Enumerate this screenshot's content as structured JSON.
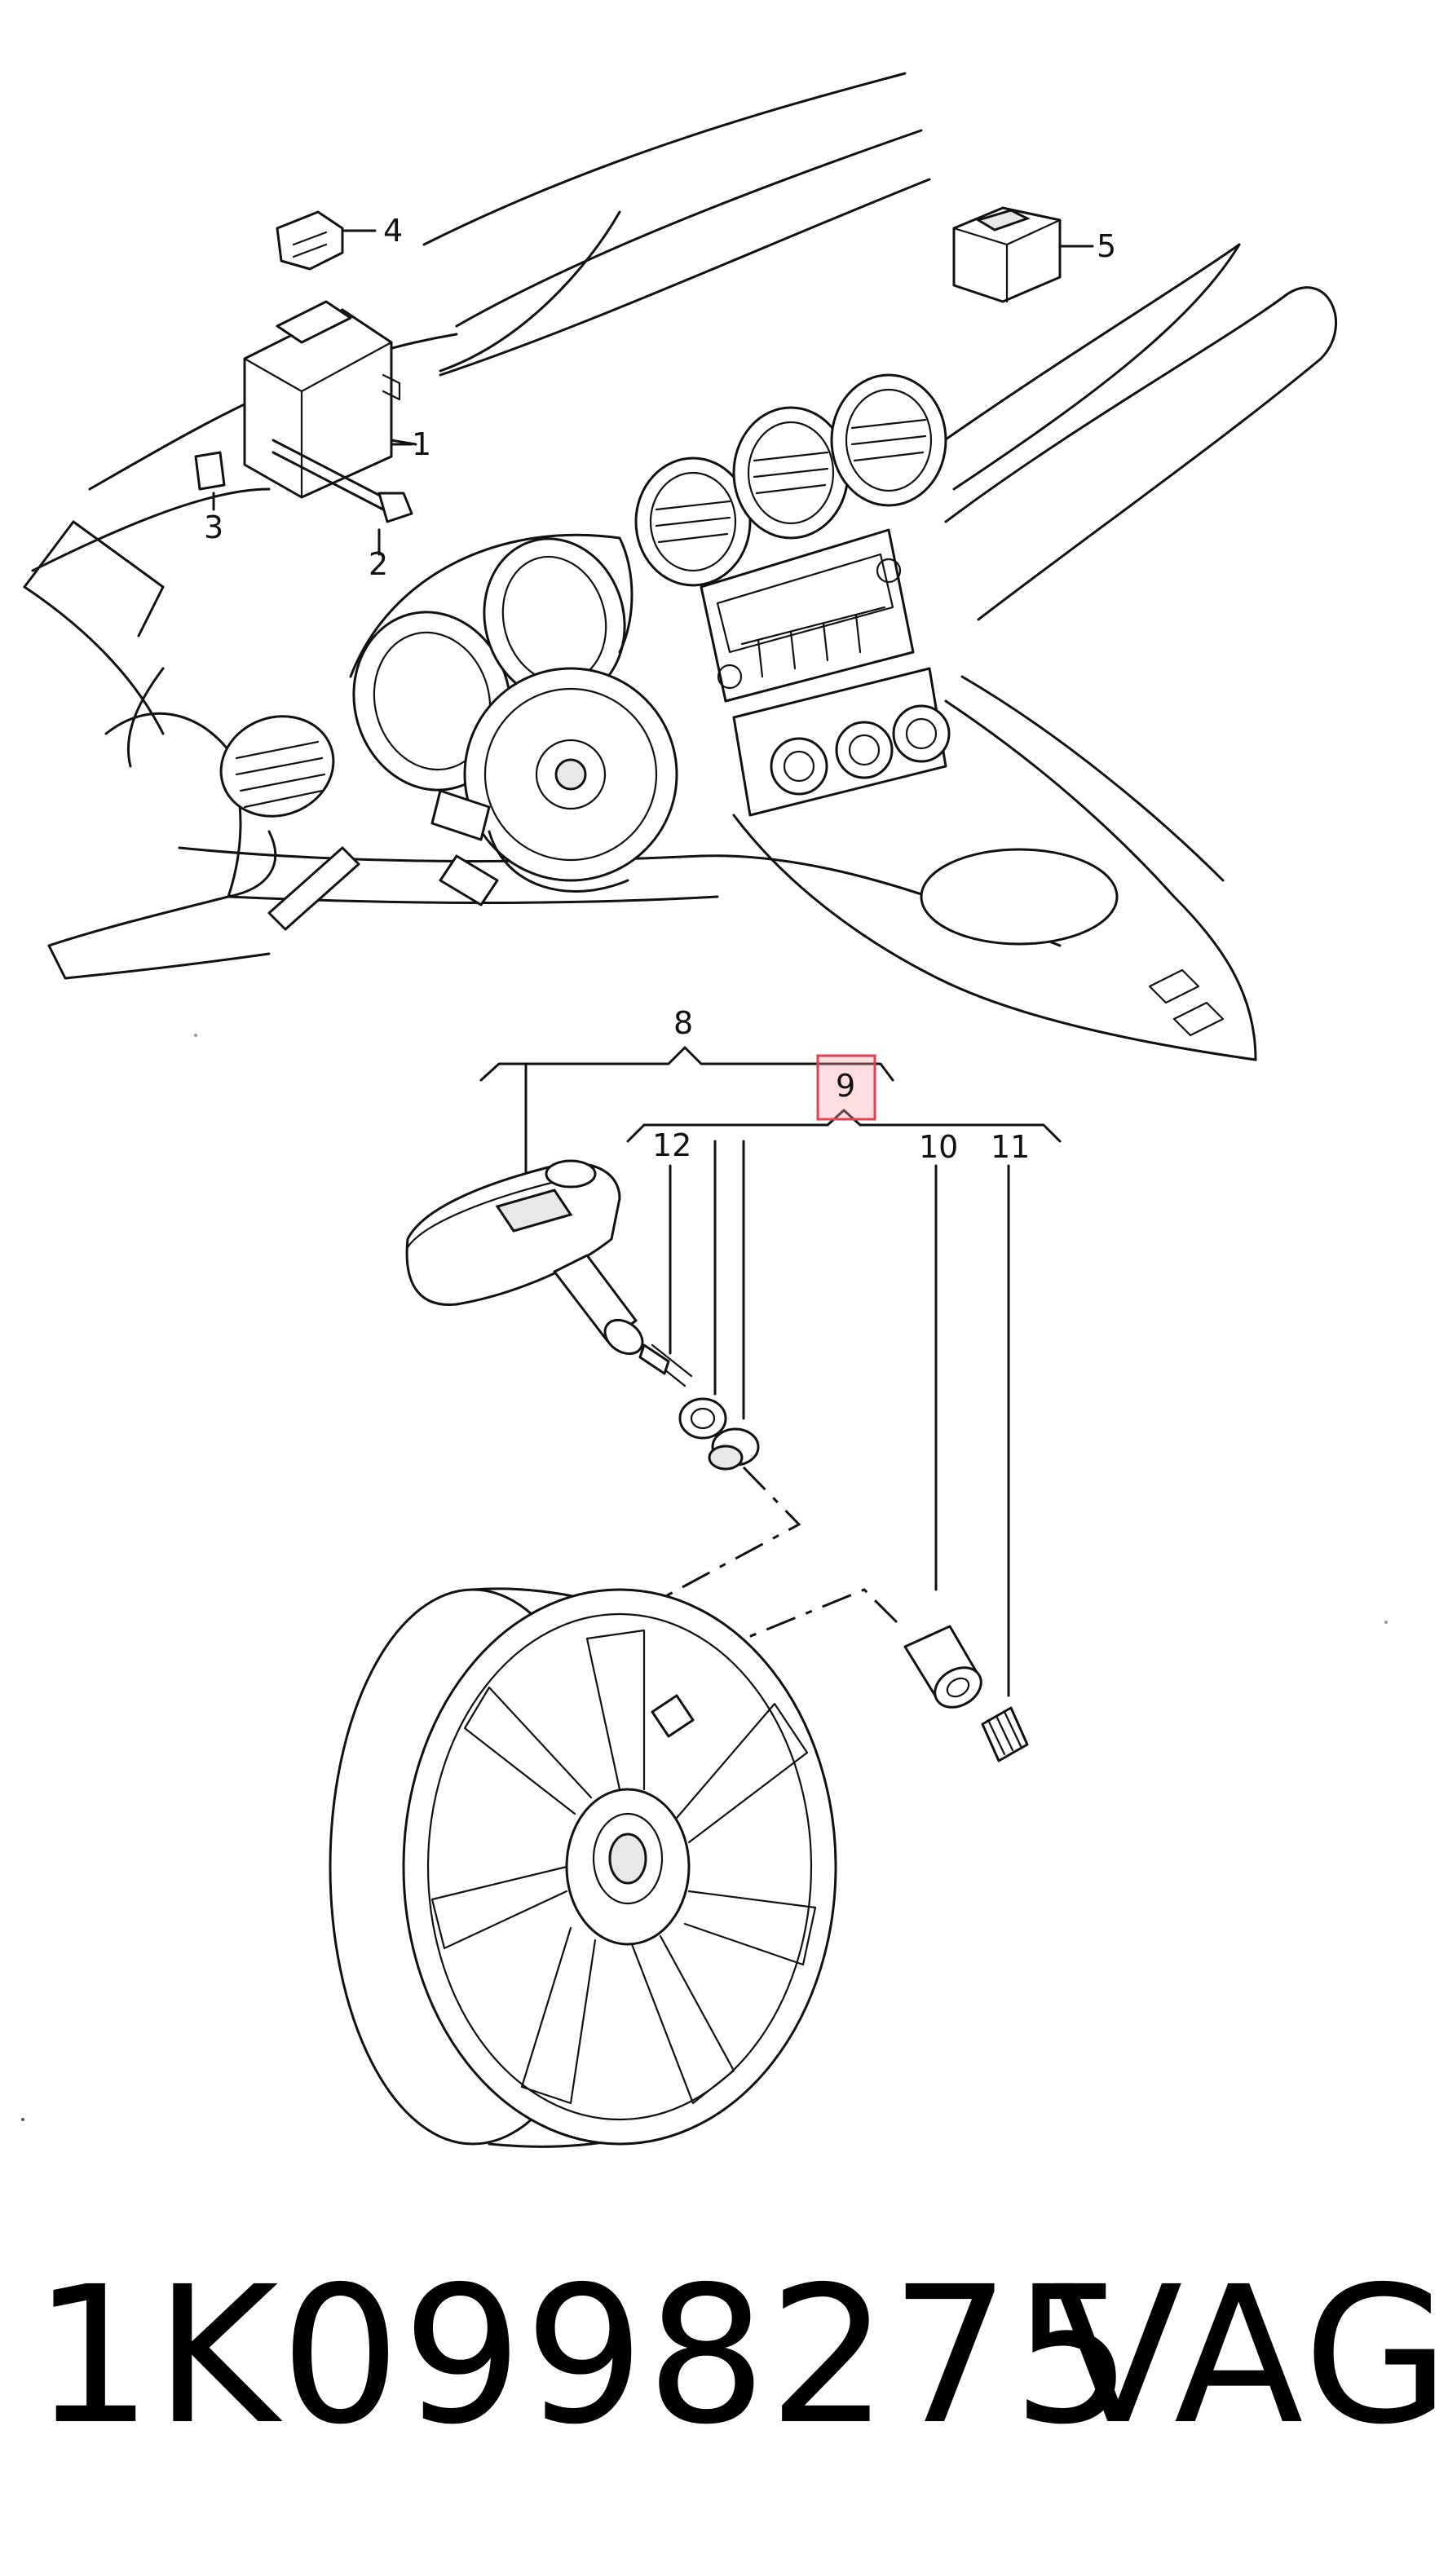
{
  "diagram": {
    "callouts": {
      "c1": "1",
      "c2": "2",
      "c3": "3",
      "c4": "4",
      "c5": "5",
      "c8": "8",
      "c9": "9",
      "c10": "10",
      "c11": "11",
      "c12": "12"
    },
    "highlighted_callout": "9",
    "highlight_color": "#e0404f"
  },
  "footer": {
    "part_number": "1K0998275",
    "brand": "VAG"
  }
}
